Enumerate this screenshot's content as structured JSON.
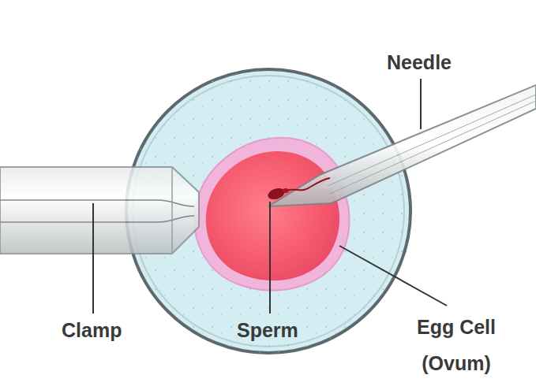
{
  "diagram": {
    "labels": [
      "Needle",
      "Clamp",
      "Sperm",
      "Egg Cell (Ovum)"
    ]
  }
}
